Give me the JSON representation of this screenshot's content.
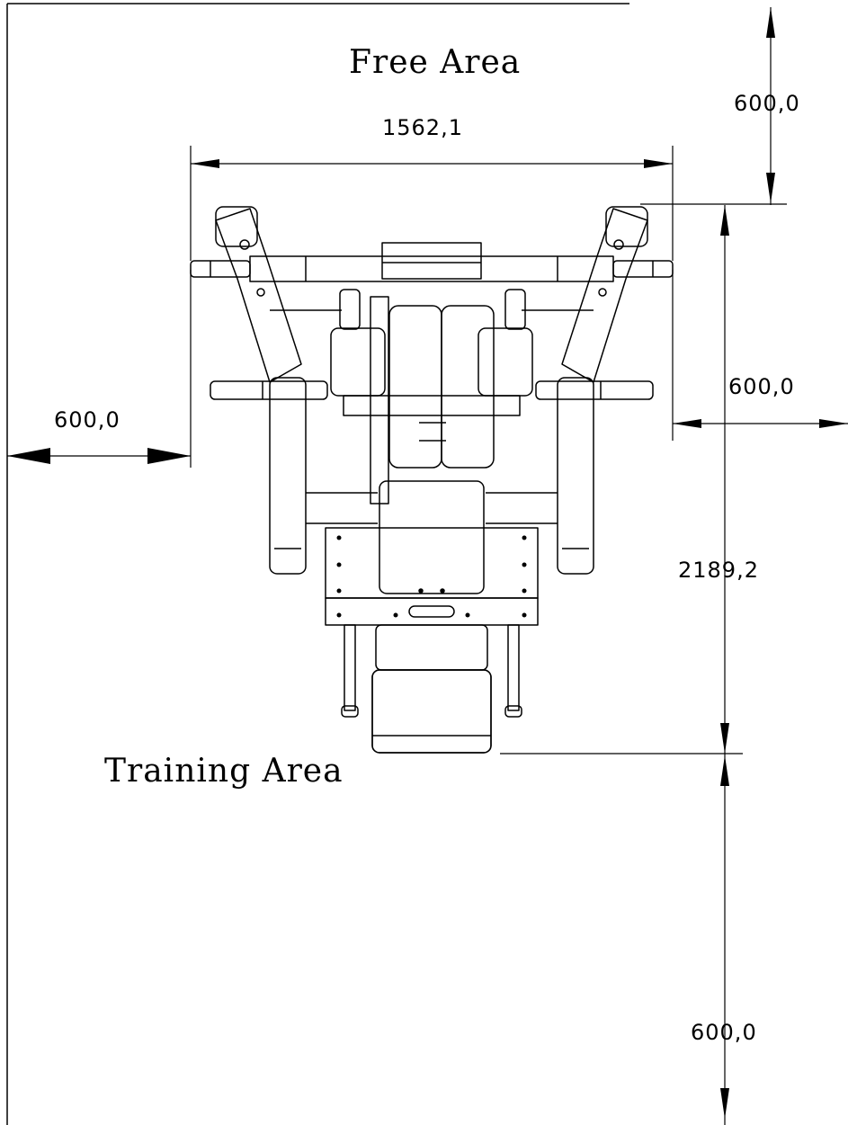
{
  "labels": {
    "free_area": "Free Area",
    "training_area": "Training Area"
  },
  "dimensions": {
    "width": "1562,1",
    "length": "2189,2",
    "clearance_top": "600,0",
    "clearance_left": "600,0",
    "clearance_right": "600,0",
    "clearance_bottom": "600,0"
  }
}
